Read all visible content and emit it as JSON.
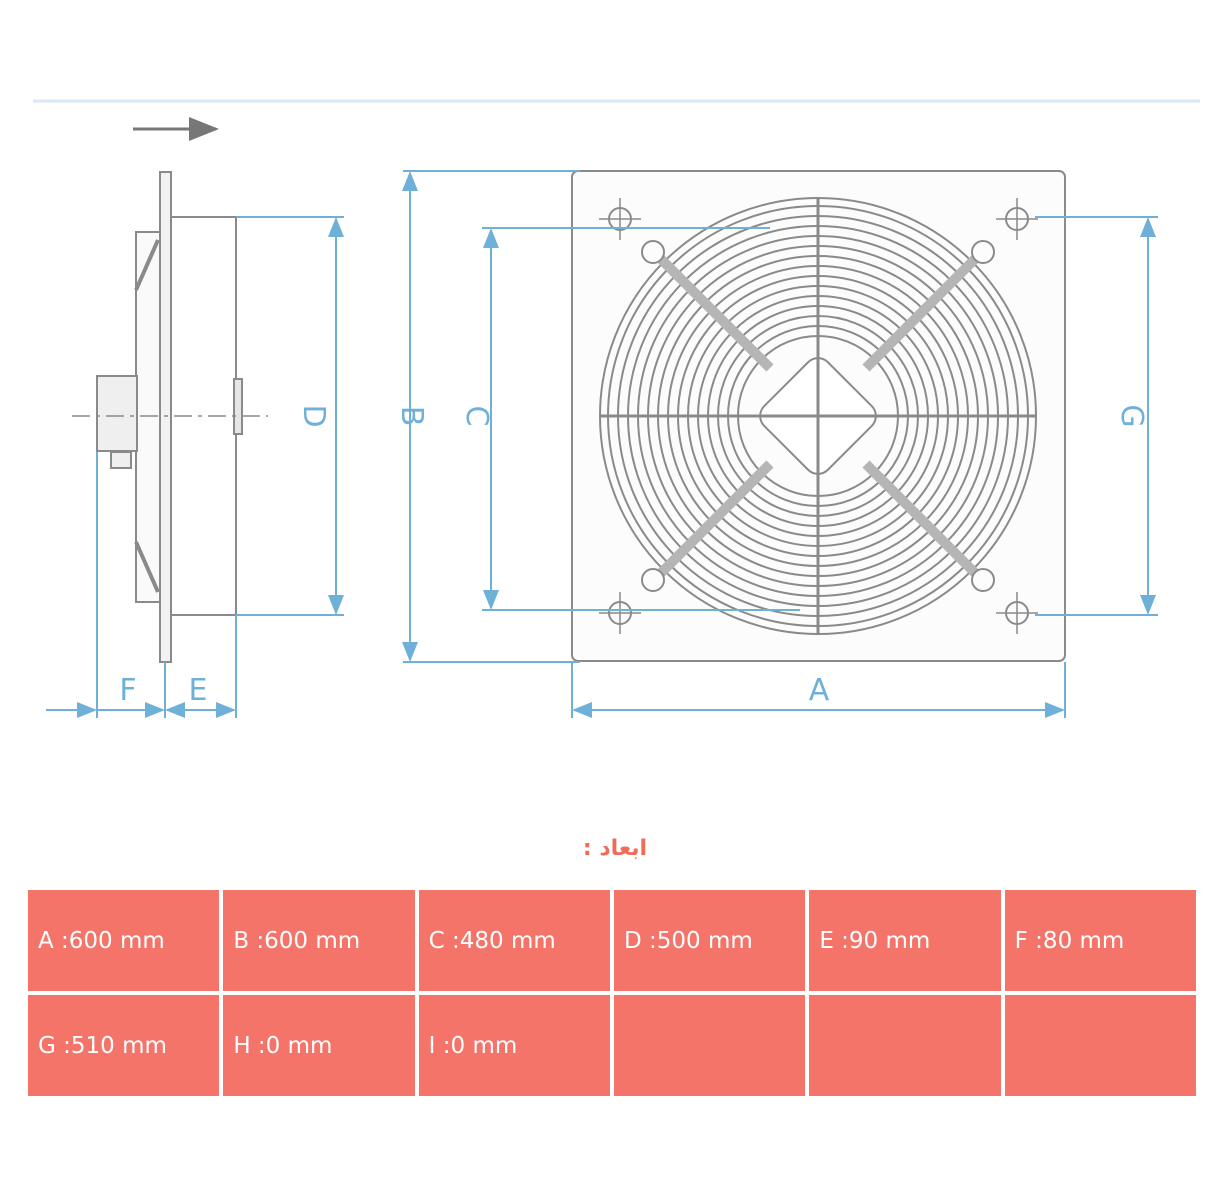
{
  "diagram": {
    "labels": {
      "A": "A",
      "B": "B",
      "C": "C",
      "D": "D",
      "E": "E",
      "F": "F",
      "G": "G"
    },
    "line_color": "#6fb0d8",
    "drawing_color": "#8a8a8a"
  },
  "dimensions": {
    "title": "ابعاد :",
    "rows": [
      [
        "A :600 mm",
        "B :600 mm",
        "C :480 mm",
        "D :500 mm",
        "E :90 mm",
        "F :80 mm"
      ],
      [
        "G :510 mm",
        "H :0 mm",
        "I :0 mm",
        "",
        "",
        ""
      ]
    ],
    "cell_color": "#f5746a",
    "title_color": "#f06c56"
  }
}
